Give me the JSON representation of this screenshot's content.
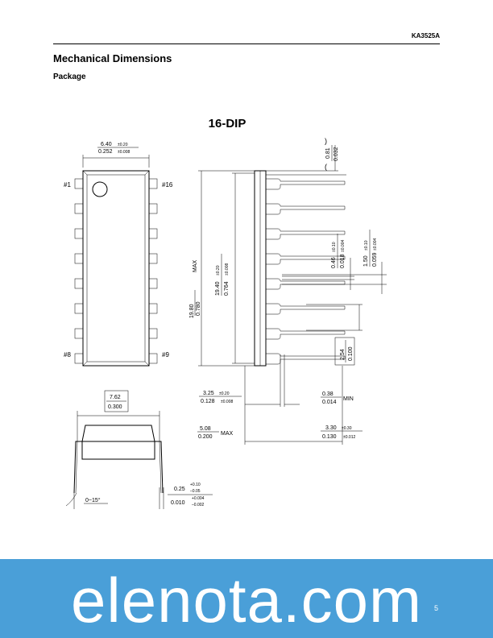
{
  "header": {
    "part_number": "KA3525A"
  },
  "section": {
    "title": "Mechanical Dimensions",
    "subtitle": "Package"
  },
  "drawing": {
    "package_name": "16-DIP",
    "pins": {
      "pin1": "#1",
      "pin16": "#16",
      "pin8": "#8",
      "pin9": "#9"
    },
    "dimensions": {
      "body_width": {
        "mm": "6.40",
        "mm_tol": "±0.20",
        "in": "0.252",
        "in_tol": "±0.008"
      },
      "lead_thickness": {
        "mm": "0.81",
        "in": "0.032"
      },
      "total_length": {
        "mm": "19.80",
        "in": "0.780",
        "qualifier": "MAX"
      },
      "body_length": {
        "mm": "19.40",
        "mm_tol": "±0.20",
        "in": "0.764",
        "in_tol": "±0.008"
      },
      "lead_width": {
        "mm": "0.46",
        "mm_tol": "±0.10",
        "in": "0.018",
        "in_tol": "±0.004"
      },
      "shoulder_width": {
        "mm": "1.50",
        "mm_tol": "±0.10",
        "in": "0.059",
        "in_tol": "±0.004"
      },
      "pitch": {
        "mm": "2.54",
        "in": "0.100"
      },
      "seated_height": {
        "mm": "3.25",
        "mm_tol": "±0.20",
        "in": "0.128",
        "in_tol": "±0.008"
      },
      "standoff": {
        "mm": "0.38",
        "in": "0.014",
        "qualifier": "MIN"
      },
      "max_height": {
        "mm": "5.08",
        "in": "0.200",
        "qualifier": "MAX"
      },
      "lead_length": {
        "mm": "3.30",
        "mm_tol": "±0.30",
        "in": "0.130",
        "in_tol": "±0.012"
      },
      "row_spacing": {
        "mm": "7.62",
        "in": "0.300"
      },
      "lead_angle": {
        "text": "0~15°"
      },
      "lead_thk_end": {
        "mm": "0.25",
        "mm_tol_plus": "+0.10",
        "mm_tol_minus": "–0.05",
        "in": "0.010",
        "in_tol_plus": "+0.004",
        "in_tol_minus": "–0.002"
      }
    }
  },
  "footer": {
    "watermark": "elenota.com",
    "page_number": "5"
  },
  "colors": {
    "banner": "#4a9fd8",
    "text": "#000000"
  }
}
